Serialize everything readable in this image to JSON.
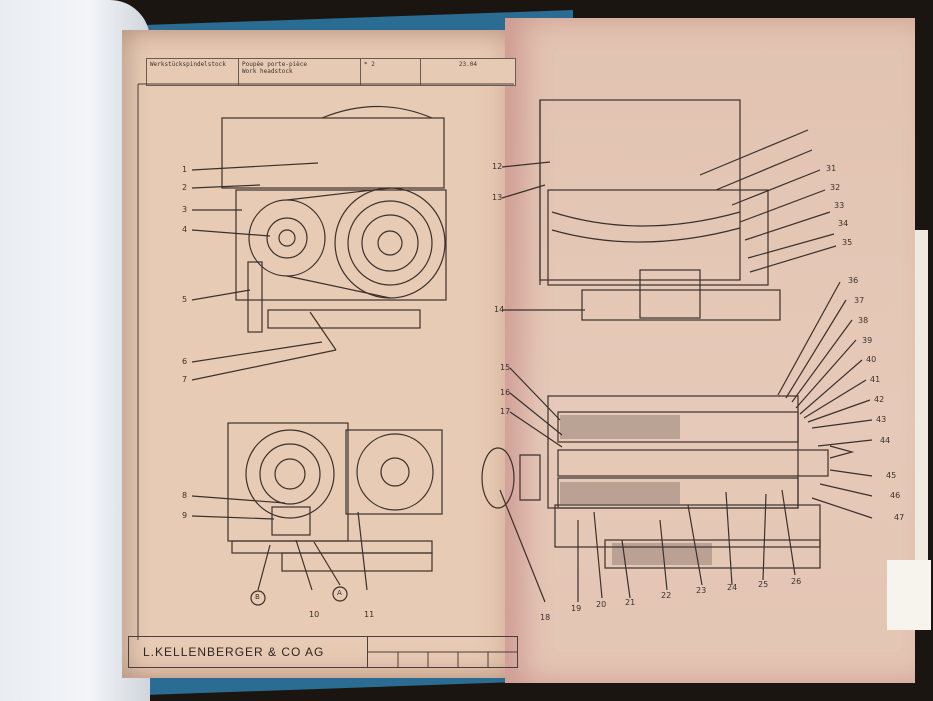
{
  "left_sheet": {
    "header": {
      "cell1": "Werkstückspindelstock",
      "cell2_line1": "Poupée porte-pièce",
      "cell2_line2": "Work headstock",
      "cell3": "* 2",
      "cell4": "23.04"
    },
    "callouts": [
      "1",
      "2",
      "3",
      "4",
      "5",
      "6",
      "7",
      "8",
      "9",
      "10",
      "11"
    ],
    "circle_labels": [
      "B",
      "A"
    ],
    "footer_brand": "L.KELLENBERGER & CO AG"
  },
  "right_sheet": {
    "callouts_top": [
      "12",
      "13",
      "14",
      "31",
      "32",
      "33",
      "34",
      "35"
    ],
    "callouts_side": [
      "36",
      "37",
      "38",
      "39",
      "40",
      "41",
      "42",
      "43",
      "44",
      "45",
      "46",
      "47"
    ],
    "callouts_left": [
      "15",
      "16",
      "17",
      "18"
    ],
    "callouts_bottom": [
      "19",
      "20",
      "21",
      "22",
      "23",
      "24",
      "25",
      "26"
    ]
  }
}
